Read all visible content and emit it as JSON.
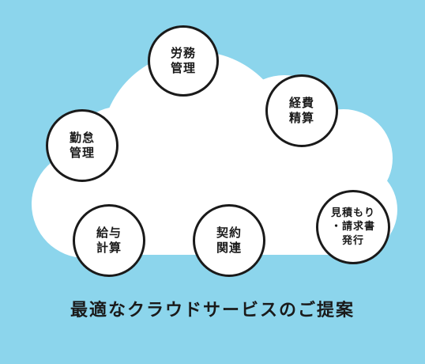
{
  "colors": {
    "background": "#8cd5ec",
    "cloud": "#ffffff",
    "stroke": "#1a1a1a"
  },
  "circles": [
    {
      "lines": [
        "労務",
        "管理"
      ]
    },
    {
      "lines": [
        "経費",
        "精算"
      ]
    },
    {
      "lines": [
        "勤怠",
        "管理"
      ]
    },
    {
      "lines": [
        "見積もり",
        "・請求書",
        "発行"
      ]
    },
    {
      "lines": [
        "給与",
        "計算"
      ]
    },
    {
      "lines": [
        "契約",
        "関連"
      ]
    }
  ],
  "caption": "最適なクラウドサービスのご提案"
}
